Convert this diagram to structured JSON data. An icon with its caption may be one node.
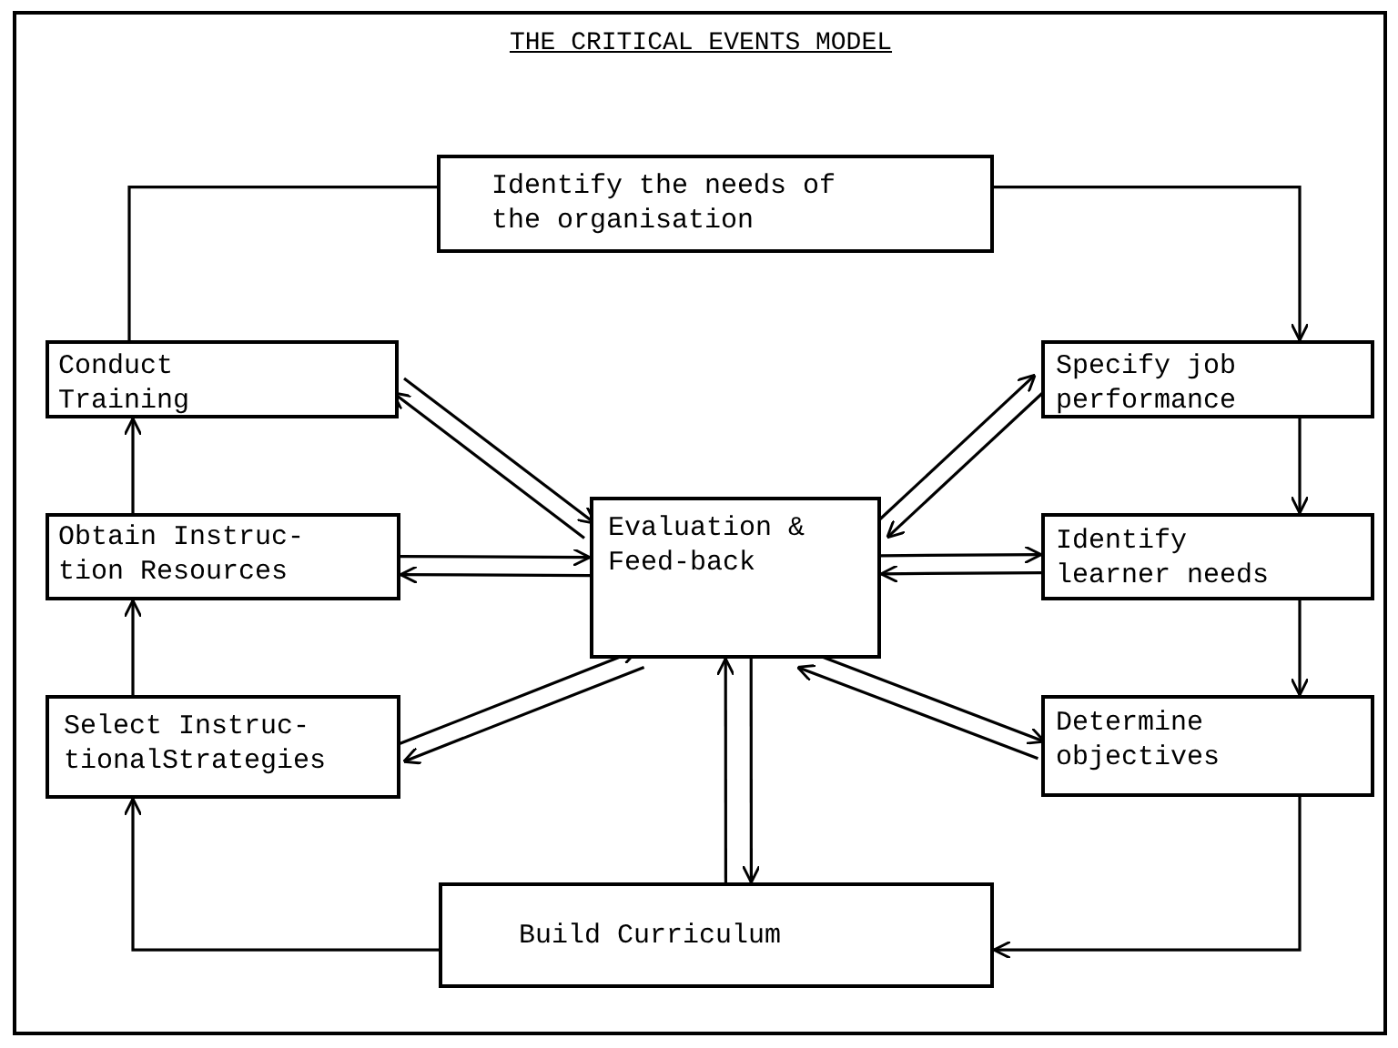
{
  "diagram": {
    "title": "THE CRITICAL EVENTS MODEL",
    "nodes": [
      {
        "text": [
          "Identify the needs of the organisation"
        ]
      },
      {
        "text": [
          "Specify job performance"
        ]
      },
      {
        "text": [
          "Identify learner needs"
        ]
      },
      {
        "text": [
          "Determine objectives"
        ]
      },
      {
        "text": [
          "Build Curriculum"
        ]
      },
      {
        "text": [
          "Select Instruc- tionalStrategies"
        ]
      },
      {
        "text": [
          "Obtain Instruc- tion Resources"
        ]
      },
      {
        "text": [
          "Conduct Training"
        ]
      },
      {
        "text": [
          "Evaluation & Feed-back"
        ]
      }
    ],
    "edges": [
      {
        "from": 0,
        "to": 1,
        "arrow": "to"
      },
      {
        "from": 1,
        "to": 2,
        "arrow": "to"
      },
      {
        "from": 2,
        "to": 3,
        "arrow": "to"
      },
      {
        "from": 3,
        "to": 4,
        "arrow": "to"
      },
      {
        "from": 4,
        "to": 5,
        "arrow": "to"
      },
      {
        "from": 5,
        "to": 6,
        "arrow": "to"
      },
      {
        "from": 6,
        "to": 7,
        "arrow": "to"
      },
      {
        "from": 7,
        "to": 0,
        "arrow": "none"
      },
      {
        "from": 8,
        "to": 7,
        "arrow": "to"
      },
      {
        "from": 7,
        "to": 8,
        "arrow": "to"
      },
      {
        "from": 8,
        "to": 6,
        "arrow": "to"
      },
      {
        "from": 6,
        "to": 8,
        "arrow": "to"
      },
      {
        "from": 8,
        "to": 5,
        "arrow": "to"
      },
      {
        "from": 5,
        "to": 8,
        "arrow": "to"
      },
      {
        "from": 8,
        "to": 1,
        "arrow": "to"
      },
      {
        "from": 1,
        "to": 8,
        "arrow": "to"
      },
      {
        "from": 8,
        "to": 2,
        "arrow": "to"
      },
      {
        "from": 2,
        "to": 8,
        "arrow": "to"
      },
      {
        "from": 8,
        "to": 3,
        "arrow": "to"
      },
      {
        "from": 3,
        "to": 8,
        "arrow": "to"
      },
      {
        "from": 8,
        "to": 4,
        "arrow": "to"
      },
      {
        "from": 4,
        "to": 8,
        "arrow": "to"
      }
    ]
  }
}
